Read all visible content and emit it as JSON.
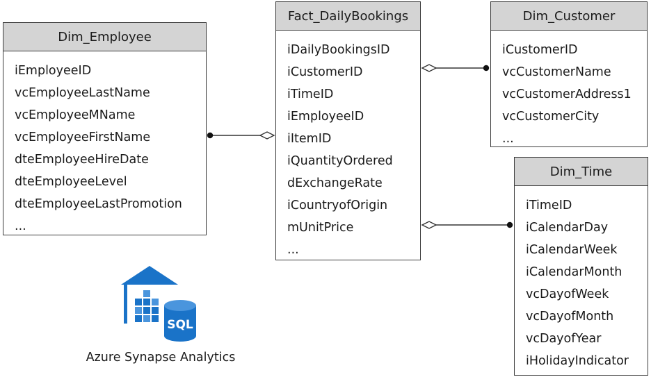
{
  "tables": {
    "employee": {
      "title": "Dim_Employee",
      "fields": [
        "iEmployeeID",
        "vcEmployeeLastName",
        "vcEmployeeMName",
        "vcEmployeeFirstName",
        "dteEmployeeHireDate",
        "dteEmployeeLevel",
        "dteEmployeeLastPromotion",
        "..."
      ]
    },
    "fact": {
      "title": "Fact_DailyBookings",
      "fields": [
        "iDailyBookingsID",
        "iCustomerID",
        "iTimeID",
        "iEmployeeID",
        "iItemID",
        "iQuantityOrdered",
        "dExchangeRate",
        "iCountryofOrigin",
        "mUnitPrice",
        "..."
      ]
    },
    "customer": {
      "title": "Dim_Customer",
      "fields": [
        "iCustomerID",
        "vcCustomerName",
        "vcCustomerAddress1",
        "vcCustomerCity",
        "..."
      ]
    },
    "time": {
      "title": "Dim_Time",
      "fields": [
        "iTimeID",
        "iCalendarDay",
        "iCalendarWeek",
        "iCalendarMonth",
        "vcDayofWeek",
        "vcDayofMonth",
        "vcDayofYear",
        "iHolidayIndicator"
      ]
    }
  },
  "logo": {
    "caption": "Azure Synapse Analytics",
    "badge": "SQL",
    "icon": "synapse-warehouse-sql-icon",
    "color": "#1a73c8"
  },
  "colors": {
    "border": "#3a3a3a",
    "header_bg": "#d4d4d4",
    "connector": "#333333"
  }
}
